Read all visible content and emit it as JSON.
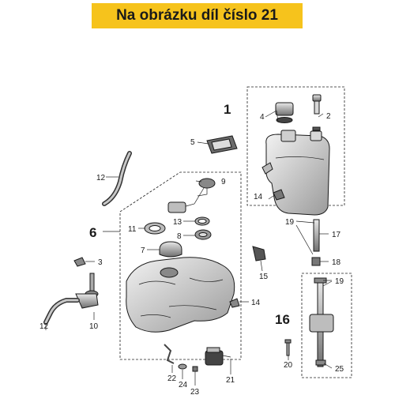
{
  "banner": {
    "text": "Na obrázku díl číslo 21",
    "color": "#f6c31c"
  },
  "callouts": {
    "c1": "1",
    "c2": "2",
    "c3": "3",
    "c4": "4",
    "c5": "5",
    "c6": "6",
    "c7": "7",
    "c8": "8",
    "c9": "9",
    "c10": "10",
    "c11": "11",
    "c12a": "12",
    "c12b": "12",
    "c13": "13",
    "c14a": "14",
    "c14b": "14",
    "c15": "15",
    "c16": "16",
    "c17": "17",
    "c18": "18",
    "c19a": "19",
    "c19b": "19",
    "c20": "20",
    "c21": "21",
    "c22": "22",
    "c23": "23",
    "c24": "24",
    "c25": "25"
  }
}
